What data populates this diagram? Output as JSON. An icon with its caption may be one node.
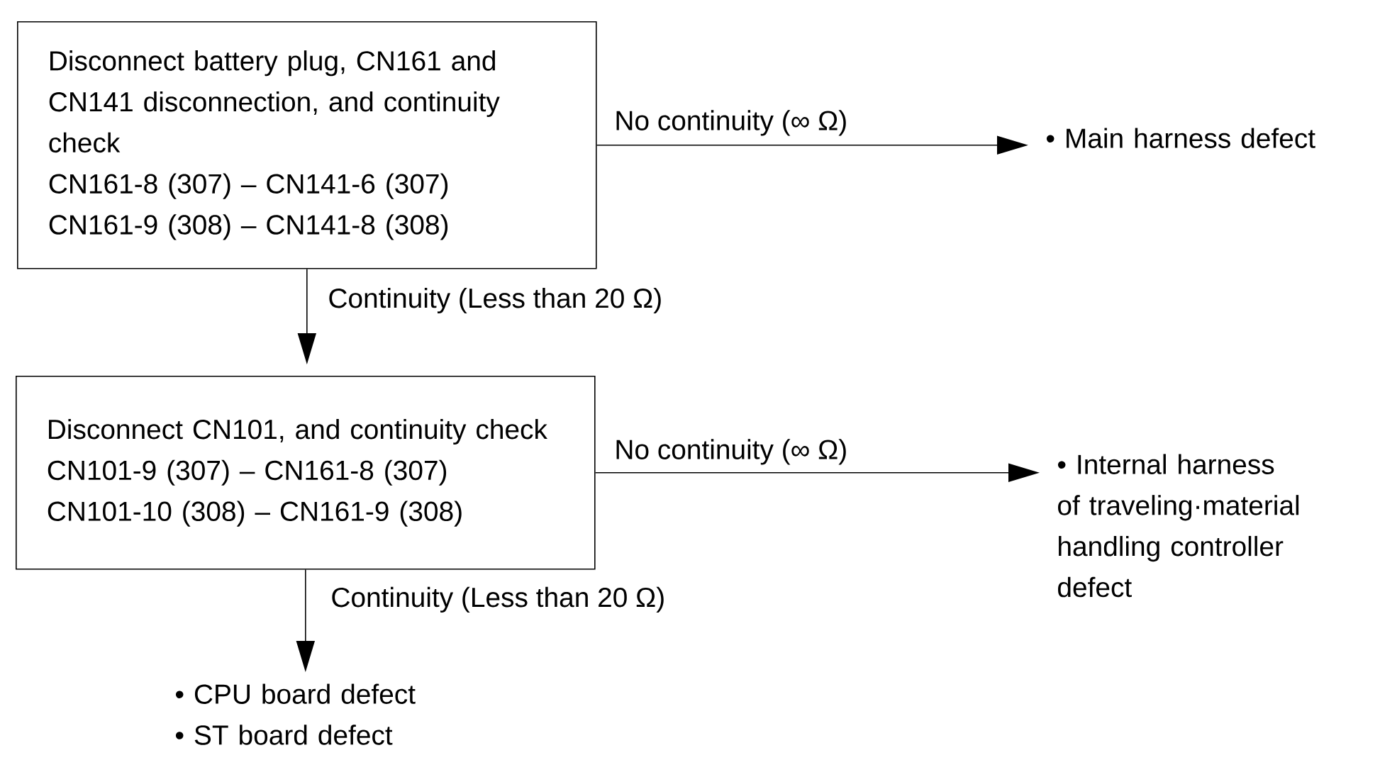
{
  "diagram": {
    "nodes": [
      {
        "text": [
          "Disconnect battery plug, CN161 and CN141 disconnection, and continuity check",
          "CN161-8 (307) – CN141-6 (307)",
          "CN161-9 (308) – CN141-8 (308)"
        ]
      },
      {
        "text": [
          "• Main harness defect"
        ]
      },
      {
        "text": [
          "Disconnect CN101, and continuity check",
          "CN101-9 (307) – CN161-8 (307)",
          "CN101-10 (308) – CN161-9 (308)"
        ]
      },
      {
        "text": [
          "• Internal harness of traveling·material handling controller defect"
        ]
      },
      {
        "text": [
          "• CPU board defect",
          "• ST board defect"
        ]
      }
    ],
    "edges": [
      {
        "from": 0,
        "to": 1,
        "arrow": "to",
        "label": "No continuity (∞ Ω)"
      },
      {
        "from": 0,
        "to": 2,
        "arrow": "to",
        "label": "Continuity (Less than 20 Ω)"
      },
      {
        "from": 2,
        "to": 3,
        "arrow": "to",
        "label": "No continuity (∞ Ω)"
      },
      {
        "from": 2,
        "to": 4,
        "arrow": "to",
        "label": "Continuity (Less than 20 Ω)"
      }
    ]
  }
}
